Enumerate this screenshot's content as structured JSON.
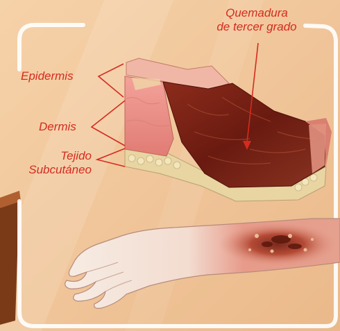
{
  "labels": {
    "burn_title_line1": "Quemadura",
    "burn_title_line2": "de tercer grado",
    "epidermis": "Epidermis",
    "dermis": "Dermis",
    "subcutaneous_line1": "Tejido",
    "subcutaneous_line2": "Subcutáneo"
  },
  "colors": {
    "label_red": "#d52b1e",
    "background_peach": "#f2c79a",
    "frame_white": "#ffffff",
    "skin_pink": "#e88a80",
    "burn_dark": "#6e1e12",
    "fat_yellow": "#e9d7a6"
  }
}
